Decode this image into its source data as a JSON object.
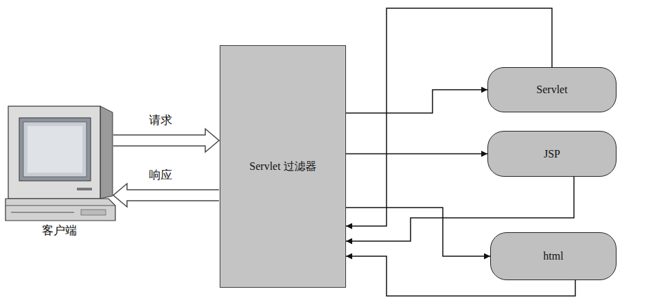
{
  "diagram": {
    "nodes": [
      {
        "text": [
          "客户端"
        ]
      },
      {
        "text": [
          "Servlet 过滤器"
        ]
      },
      {
        "text": [
          "Servlet"
        ]
      },
      {
        "text": [
          "JSP"
        ]
      },
      {
        "text": [
          "html"
        ]
      }
    ],
    "edges": [
      {
        "from": 0,
        "to": 1,
        "arrow": "to",
        "label": "请求"
      },
      {
        "from": 1,
        "to": 0,
        "arrow": "to",
        "label": "响应"
      },
      {
        "from": 1,
        "to": 2,
        "arrow": "to"
      },
      {
        "from": 1,
        "to": 3,
        "arrow": "to"
      },
      {
        "from": 1,
        "to": 4,
        "arrow": "to"
      },
      {
        "from": 2,
        "to": 1,
        "arrow": "to"
      },
      {
        "from": 3,
        "to": 1,
        "arrow": "to"
      },
      {
        "from": 4,
        "to": 1,
        "arrow": "to"
      }
    ]
  }
}
